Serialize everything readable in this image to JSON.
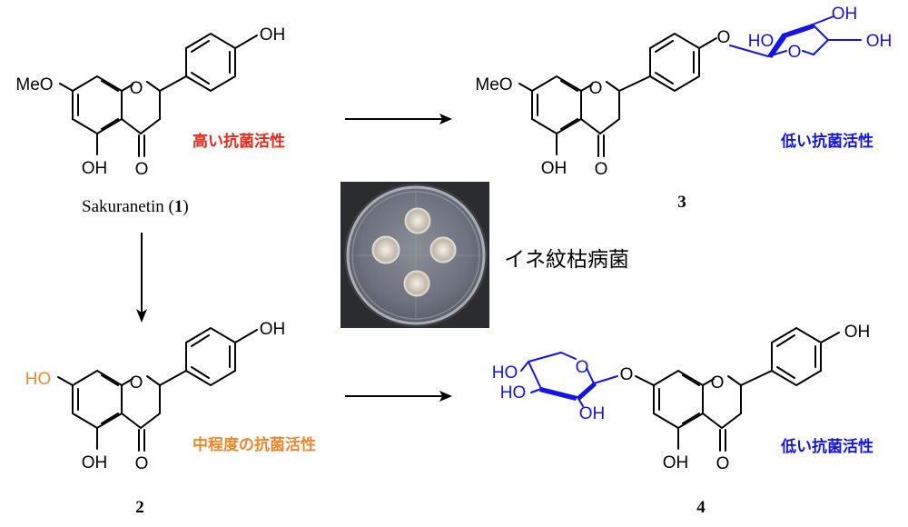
{
  "colors": {
    "black": "#000000",
    "red": "#e8291c",
    "orange": "#f0882a",
    "blue": "#1414e6"
  },
  "compounds": {
    "c1": {
      "label": "Sakuranetin (",
      "number": "1",
      "close": ")",
      "substituent": "MeO",
      "activity": "高い抗菌活性",
      "activity_color": "#e8291c",
      "atoms": {
        "ring_o": "O",
        "carbonyl_o": "O",
        "oh5": "OH",
        "oh4p": "OH"
      }
    },
    "c2": {
      "number": "2",
      "substituent": "HO",
      "substituent_color": "#f0882a",
      "activity": "中程度の抗菌活性",
      "activity_color": "#f0882a",
      "atoms": {
        "ring_o": "O",
        "carbonyl_o": "O",
        "oh5": "OH",
        "oh4p": "OH"
      }
    },
    "c3": {
      "number": "3",
      "substituent": "MeO",
      "activity": "低い抗菌活性",
      "activity_color": "#1414e6",
      "atoms": {
        "ring_o": "O",
        "carbonyl_o": "O",
        "oh5": "OH",
        "link_o": "O"
      },
      "sugar": {
        "ho": "HO",
        "oh_top": "OH",
        "oh_right": "OH",
        "ring_o": "O"
      }
    },
    "c4": {
      "number": "4",
      "activity": "低い抗菌活性",
      "activity_color": "#1414e6",
      "atoms": {
        "ring_o": "O",
        "carbonyl_o": "O",
        "oh5": "OH",
        "oh4p": "OH",
        "link_o": "O"
      },
      "sugar": {
        "ho_top": "HO",
        "ho_bottom": "HO",
        "oh": "OH",
        "ring_o": "O"
      }
    }
  },
  "plate": {
    "caption": "イネ紋枯病菌"
  }
}
